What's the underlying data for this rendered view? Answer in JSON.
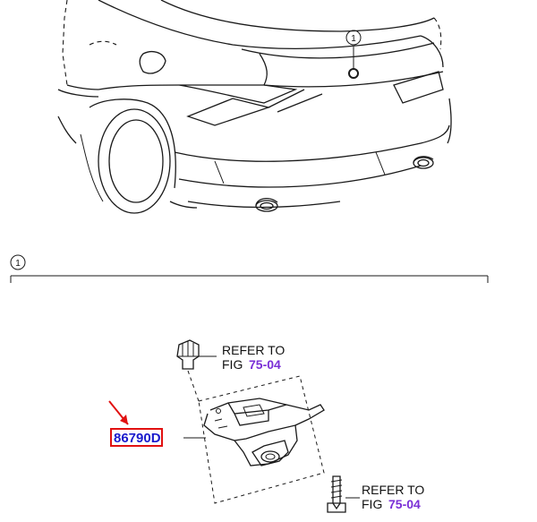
{
  "callouts": {
    "top_marker": "1",
    "section_marker": "1"
  },
  "references": [
    {
      "prefix": "REFER TO",
      "fig_label": "FIG",
      "fig_number": "75-04"
    },
    {
      "prefix": "REFER TO",
      "fig_label": "FIG",
      "fig_number": "75-04"
    }
  ],
  "part": {
    "number": "86790D",
    "highlight_color": "#e11111",
    "text_color": "#1a1acc"
  },
  "colors": {
    "link": "#7a2fd6",
    "arrow": "#e11111"
  }
}
